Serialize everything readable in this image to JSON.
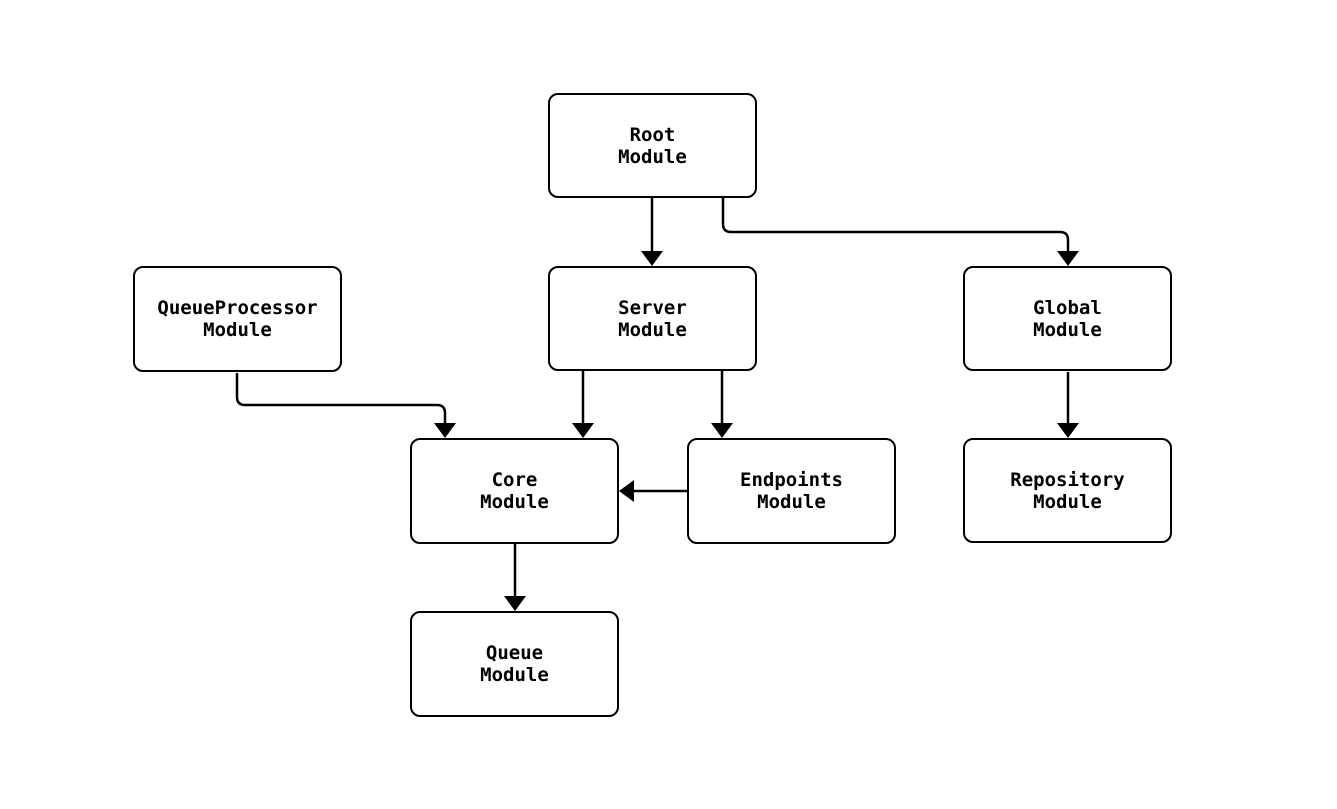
{
  "diagram": {
    "kind": "module-dependency-graph",
    "background": "#ffffff",
    "colors": {
      "node_border": "#000000",
      "node_fill": "#ffffff",
      "edge": "#000000",
      "text": "#000000"
    },
    "nodes": {
      "root": {
        "line1": "Root",
        "line2": "Module"
      },
      "queueprocessor": {
        "line1": "QueueProcessor",
        "line2": "Module"
      },
      "server": {
        "line1": "Server",
        "line2": "Module"
      },
      "global": {
        "line1": "Global",
        "line2": "Module"
      },
      "core": {
        "line1": "Core",
        "line2": "Module"
      },
      "endpoints": {
        "line1": "Endpoints",
        "line2": "Module"
      },
      "repository": {
        "line1": "Repository",
        "line2": "Module"
      },
      "queue": {
        "line1": "Queue",
        "line2": "Module"
      }
    },
    "edges": [
      {
        "from": "root",
        "to": "server"
      },
      {
        "from": "root",
        "to": "global"
      },
      {
        "from": "queueprocessor",
        "to": "core"
      },
      {
        "from": "server",
        "to": "core"
      },
      {
        "from": "server",
        "to": "endpoints"
      },
      {
        "from": "endpoints",
        "to": "core"
      },
      {
        "from": "global",
        "to": "repository"
      },
      {
        "from": "core",
        "to": "queue"
      }
    ]
  }
}
